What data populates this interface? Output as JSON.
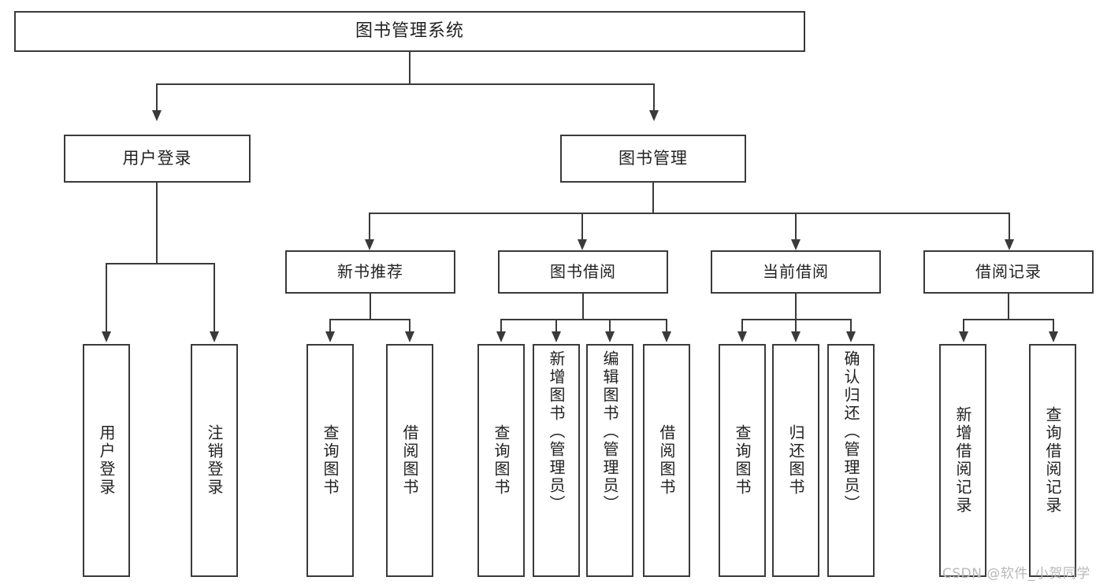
{
  "diagram": {
    "title": "图书管理系统",
    "watermark": "CSDN @软件_小贺同学",
    "colors": {
      "stroke": "#3a3a3a",
      "background": "#ffffff",
      "text": "#222222",
      "watermark": "#b9b9b9"
    },
    "root": {
      "label": "图书管理系统"
    },
    "level2": [
      {
        "label": "用户登录"
      },
      {
        "label": "图书管理"
      }
    ],
    "level3": [
      {
        "label": "新书推荐"
      },
      {
        "label": "图书借阅"
      },
      {
        "label": "当前借阅"
      },
      {
        "label": "借阅记录"
      }
    ],
    "leaves": {
      "user_login": [
        {
          "label": "用户登录"
        },
        {
          "label": "注销登录"
        }
      ],
      "new_book": [
        {
          "label": "查询图书"
        },
        {
          "label": "借阅图书"
        }
      ],
      "book_borrow": [
        {
          "label": "查询图书"
        },
        {
          "label": "新增图书（管理员）"
        },
        {
          "label": "编辑图书（管理员）"
        },
        {
          "label": "借阅图书"
        }
      ],
      "current_borrow": [
        {
          "label": "查询图书"
        },
        {
          "label": "归还图书"
        },
        {
          "label": "确认归还（管理员）"
        }
      ],
      "borrow_record": [
        {
          "label": "新增借阅记录"
        },
        {
          "label": "查询借阅记录"
        }
      ]
    }
  }
}
